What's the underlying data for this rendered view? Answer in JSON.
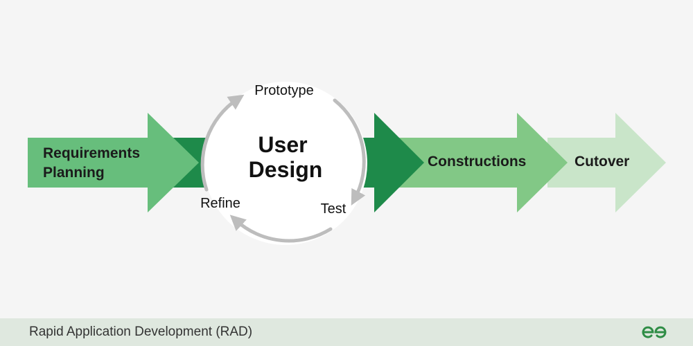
{
  "diagram": {
    "stages": {
      "requirements": [
        "Requirements",
        "Planning"
      ],
      "user_design": [
        "User",
        "Design"
      ],
      "constructions": "Constructions",
      "cutover": "Cutover"
    },
    "cycle": {
      "prototype": "Prototype",
      "test": "Test",
      "refine": "Refine"
    }
  },
  "footer": {
    "title": "Rapid Application Development (RAD)",
    "logo_icon": "geeksforgeeks-logo-icon"
  },
  "colors": {
    "dark_green": "#1e8a4a",
    "medium_green": "#67be7c",
    "light_green": "#82c886",
    "pale_green": "#c9e5c9",
    "cycle_gray": "#bdbdbd",
    "footer_bg": "#dfe8df"
  }
}
